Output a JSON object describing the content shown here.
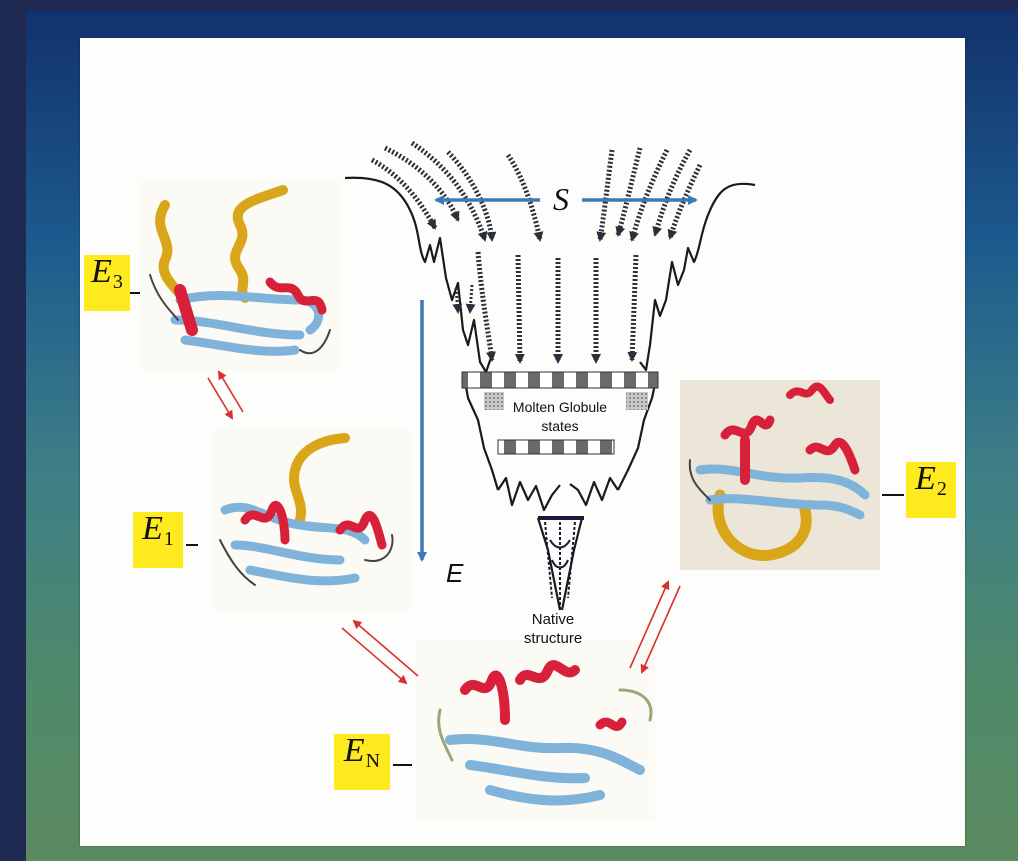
{
  "diagram": {
    "top_axis_label": "S",
    "energy_axis_label": "E",
    "molten_globule_label": [
      "Molten Globule",
      "states"
    ],
    "native_label": [
      "Native",
      "structure"
    ],
    "states": {
      "E3": {
        "main": "E",
        "sub": "3"
      },
      "E1": {
        "main": "E",
        "sub": "1"
      },
      "E2": {
        "main": "E",
        "sub": "2"
      },
      "EN": {
        "main": "E",
        "sub": "N"
      }
    },
    "colors": {
      "label_highlight": "#ffea1f",
      "helix": "#d8203a",
      "sheet": "#7fb3d9",
      "loop_highlight": "#d9a61a",
      "arrow_blue": "#3d78b8",
      "equilibrium_arrow": "#d9302e",
      "funnel_line": "#1a1a1a"
    }
  }
}
